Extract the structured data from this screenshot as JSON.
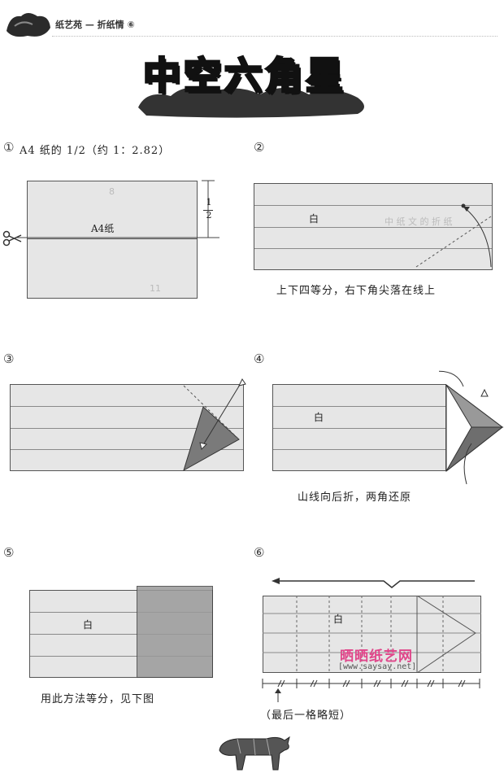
{
  "header": {
    "text": "纸艺苑 — 折纸情 ⑥"
  },
  "title": "中空六角星",
  "steps": [
    {
      "num": "①",
      "heading": "A4 纸的 1/2（约 1：2.82）",
      "paper_label": "A4纸",
      "fraction_num": "1",
      "fraction_den": "2"
    },
    {
      "num": "②",
      "paper_label": "白",
      "caption": "上下四等分，右下角尖落在线上"
    },
    {
      "num": "③"
    },
    {
      "num": "④",
      "paper_label": "白",
      "caption": "山线向后折，两角还原"
    },
    {
      "num": "⑤",
      "paper_label": "白",
      "caption": "用此方法等分，见下图"
    },
    {
      "num": "⑥",
      "paper_label": "白",
      "caption": "（最后一格略短）"
    }
  ],
  "watermark": {
    "name": "晒晒纸艺网",
    "url": "[www.saysay.net]"
  },
  "icons": [
    "scissors-icon",
    "fold-arrow-icon",
    "ox-figure-icon",
    "header-logo-icon"
  ]
}
